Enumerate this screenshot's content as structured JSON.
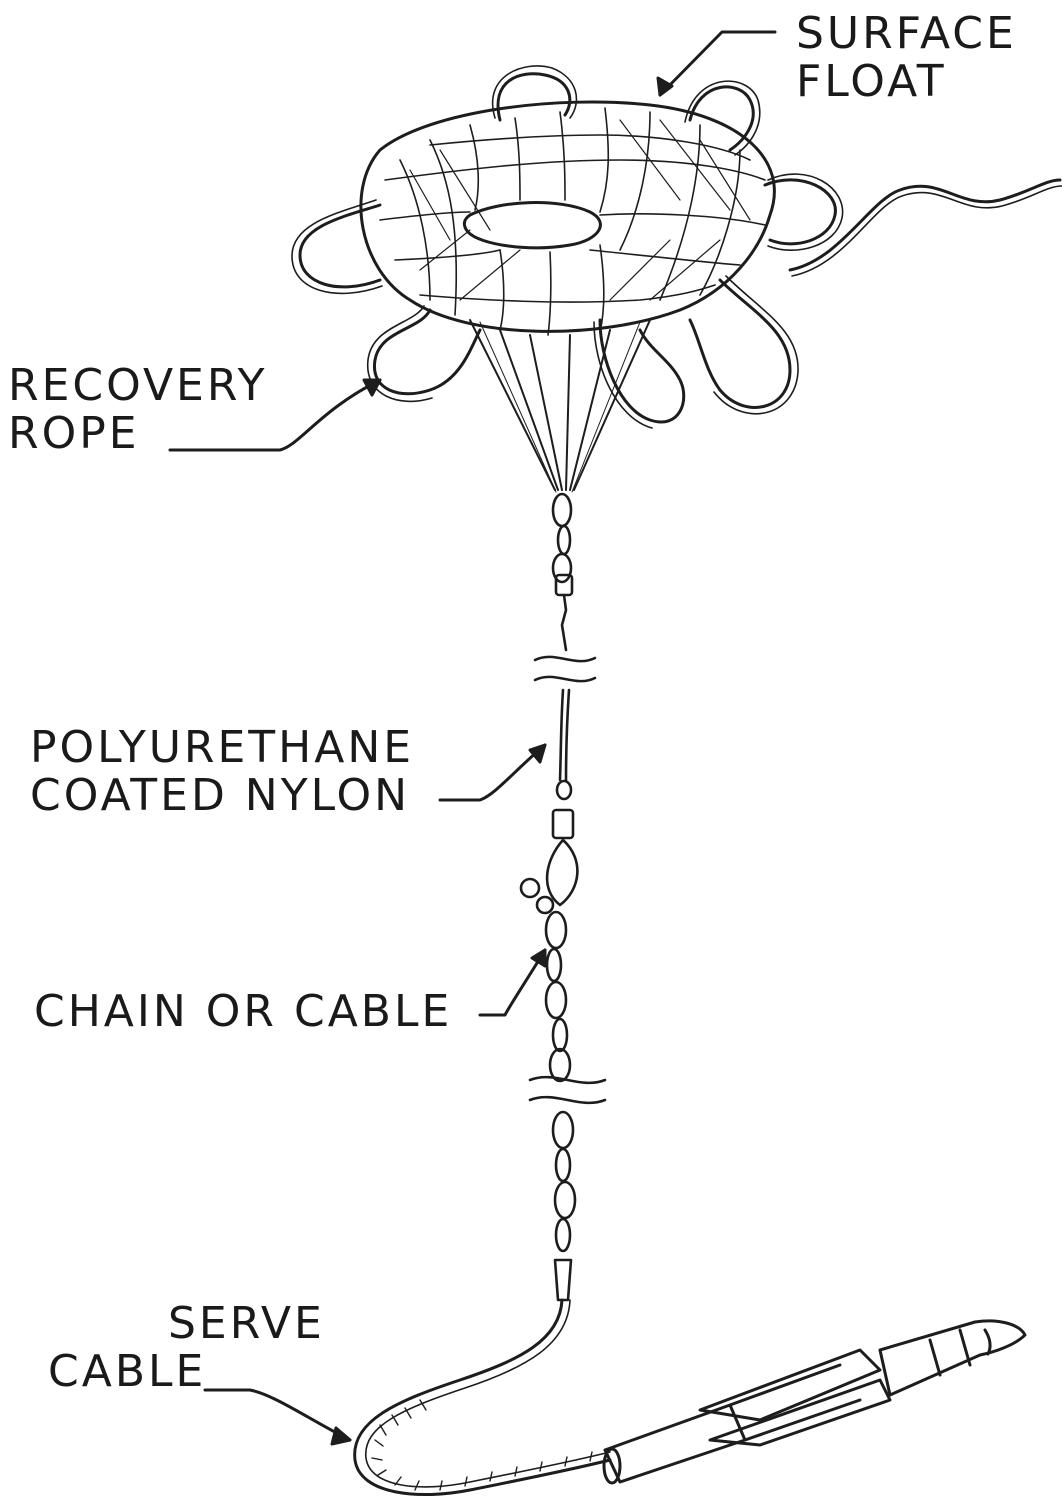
{
  "labels": {
    "surface_float": [
      "SURFACE",
      "FLOAT"
    ],
    "recovery_rope": [
      "RECOVERY",
      "ROPE"
    ],
    "polyurethane_coated_nylon": [
      "POLYURETHANE",
      "COATED NYLON"
    ],
    "chain_or_cable": "CHAIN OR CABLE",
    "serve_cable": [
      "SERVE",
      "CABLE"
    ]
  },
  "colors": {
    "ink": "#1d1d1d",
    "paper": "#ffffff"
  }
}
